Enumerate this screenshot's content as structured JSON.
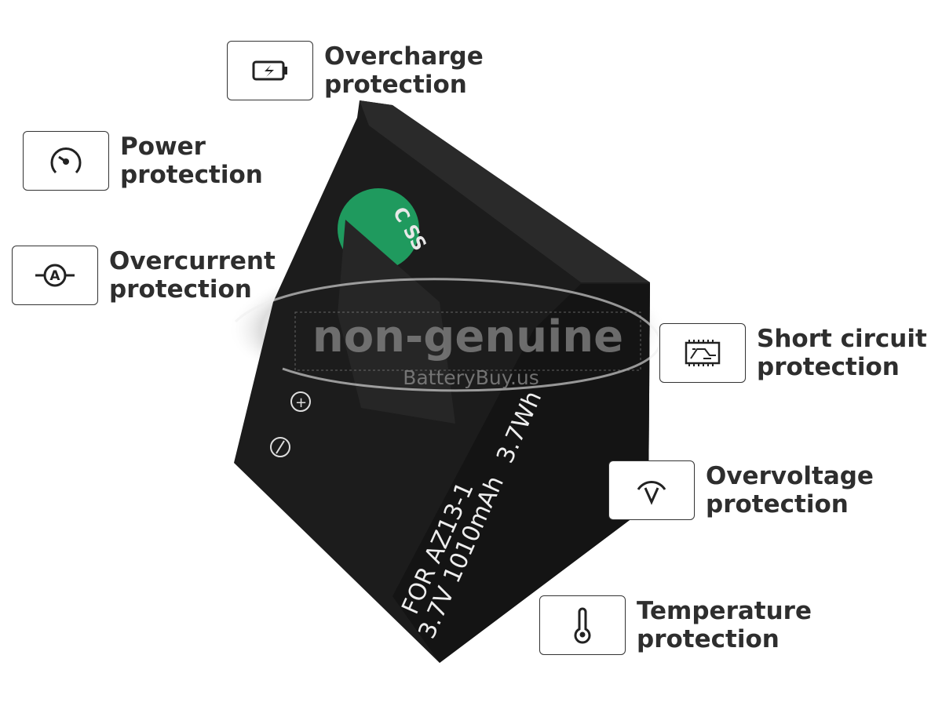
{
  "features": [
    {
      "line1": "Overcharge",
      "line2": "protection",
      "icon": "battery-charge-icon"
    },
    {
      "line1": "Power",
      "line2": "protection",
      "icon": "gauge-icon"
    },
    {
      "line1": "Overcurrent",
      "line2": "protection",
      "icon": "ammeter-icon"
    },
    {
      "line1": "Short circuit",
      "line2": "protection",
      "icon": "circuit-board-icon"
    },
    {
      "line1": "Overvoltage",
      "line2": "protection",
      "icon": "voltage-icon"
    },
    {
      "line1": "Temperature",
      "line2": "protection",
      "icon": "thermometer-icon"
    }
  ],
  "battery": {
    "model_line": "FOR AZ13-1",
    "spec_line": "3.7V 1010mAh",
    "energy": "3.7Wh",
    "sticker_text": "C SS",
    "plus_symbol": "+",
    "minus_symbol": "−",
    "sticker_color": "#1f9a5e",
    "body_color": "#1c1c1c"
  },
  "watermark": {
    "main": "non-genuine",
    "site": "BatteryBuy.us"
  }
}
